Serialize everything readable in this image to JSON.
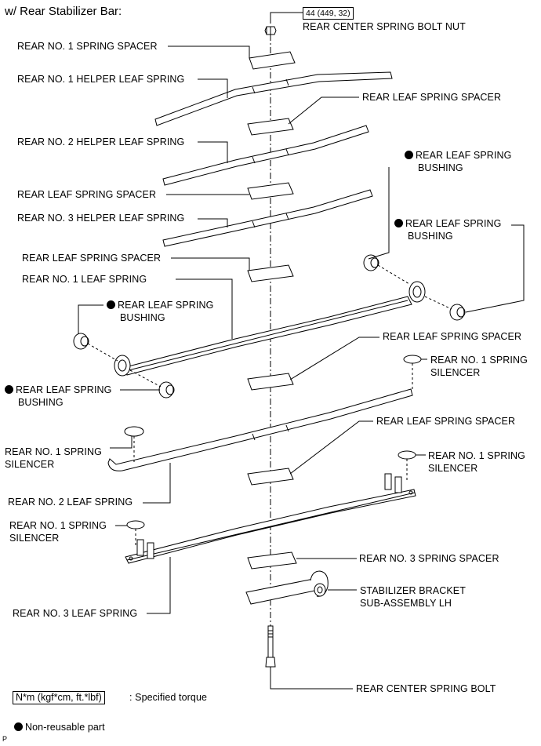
{
  "title": "w/ Rear Stabilizer Bar:",
  "torque": {
    "value": "44 (449, 32)"
  },
  "labels": {
    "center_bolt_nut": "REAR CENTER SPRING BOLT NUT",
    "no1_spring_spacer": "REAR NO. 1 SPRING SPACER",
    "no1_helper_leaf": "REAR NO. 1 HELPER LEAF SPRING",
    "leaf_spacer_1": "REAR LEAF SPRING SPACER",
    "no2_helper_leaf": "REAR NO. 2 HELPER LEAF SPRING",
    "bushing_right_top_1": "REAR LEAF SPRING",
    "bushing_right_top_2": "BUSHING",
    "leaf_spacer_2": "REAR LEAF SPRING SPACER",
    "no3_helper_leaf": "REAR NO. 3 HELPER LEAF SPRING",
    "bushing_right_2_1": "REAR LEAF SPRING",
    "bushing_right_2_2": "BUSHING",
    "leaf_spacer_3": "REAR LEAF SPRING SPACER",
    "no1_leaf": "REAR NO. 1 LEAF SPRING",
    "bushing_left_1_1": "REAR LEAF SPRING",
    "bushing_left_1_2": "BUSHING",
    "leaf_spacer_4": "REAR LEAF SPRING SPACER",
    "silencer_r1_1": "REAR NO. 1 SPRING",
    "silencer_r1_2": "SILENCER",
    "bushing_left_2_1": "REAR LEAF SPRING",
    "bushing_left_2_2": "BUSHING",
    "leaf_spacer_5": "REAR LEAF SPRING SPACER",
    "silencer_l1_1": "REAR NO. 1 SPRING",
    "silencer_l1_2": "SILENCER",
    "silencer_r2_1": "REAR NO. 1 SPRING",
    "silencer_r2_2": "SILENCER",
    "no2_leaf": "REAR NO. 2 LEAF SPRING",
    "silencer_l2_1": "REAR NO. 1 SPRING",
    "silencer_l2_2": "SILENCER",
    "no3_spring_spacer": "REAR NO. 3 SPRING SPACER",
    "stab_bracket_1": "STABILIZER BRACKET",
    "stab_bracket_2": "SUB-ASSEMBLY LH",
    "no3_leaf": "REAR NO. 3 LEAF SPRING",
    "center_bolt": "REAR CENTER SPRING BOLT"
  },
  "legend": {
    "torque_unit": "N*m (kgf*cm, ft.*lbf)",
    "torque_text": ": Specified torque",
    "nonreusable_text": "Non-reusable part"
  },
  "footer_code": "P"
}
